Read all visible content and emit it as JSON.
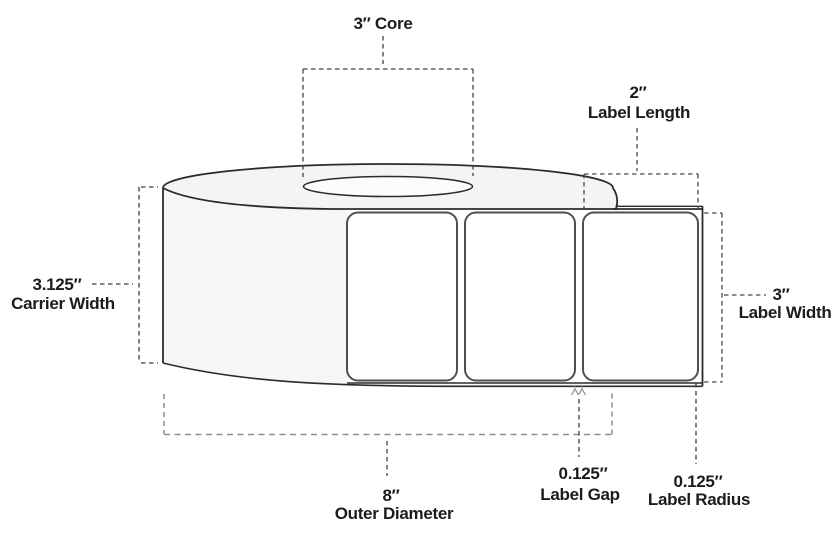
{
  "diagram": {
    "title": "label-roll-dimension-diagram",
    "core": {
      "value": "3″",
      "label": "Core",
      "text": "3″ Core"
    },
    "label_length": {
      "value": "2″",
      "label": "Label Length"
    },
    "carrier_width": {
      "value": "3.125″",
      "label": "Carrier Width"
    },
    "label_width": {
      "value": "3″",
      "label": "Label Width"
    },
    "outer_diameter": {
      "value": "8″",
      "label": "Outer Diameter"
    },
    "label_gap": {
      "value": "0.125″",
      "label": "Label Gap"
    },
    "label_radius": {
      "value": "0.125″",
      "label": "Label Radius"
    },
    "labels_on_strip": 3,
    "colors": {
      "outline": "#2b2b2b",
      "label_outline": "#4f4f4f",
      "dashed_dark": "#3f3f3f",
      "dashed_gray": "#8d8d8d",
      "roll_top_fill": "#f4f4f4",
      "roll_front_fill": "#f6f6f6",
      "core_fill": "#fcfcfc",
      "label_fill": "#ffffff",
      "text": "#1c1c1c"
    }
  }
}
